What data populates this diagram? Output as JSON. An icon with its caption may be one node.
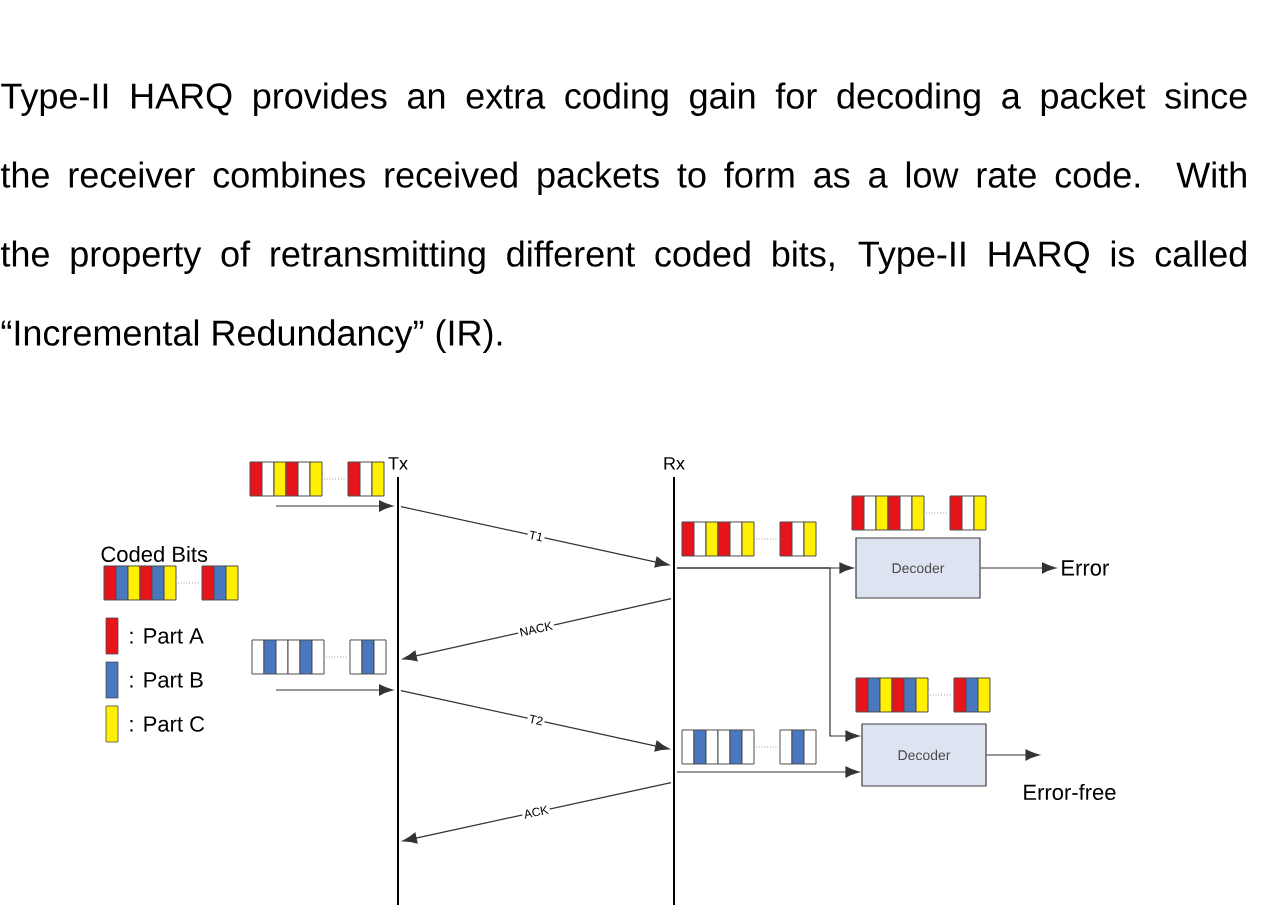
{
  "diagram": {
    "nodes": [
      {
        "text": [
          "Tx"
        ]
      },
      {
        "text": [
          "Rx"
        ]
      },
      {
        "text": [
          "Decoder"
        ]
      },
      {
        "text": [
          "Decoder"
        ]
      },
      {
        "text": [
          "Error"
        ]
      },
      {
        "text": [
          "Error-free"
        ]
      }
    ],
    "edges": [
      {
        "from": null,
        "to": 0,
        "arrow": "to"
      },
      {
        "from": 0,
        "to": 1,
        "arrow": "to",
        "label": "T1"
      },
      {
        "from": 1,
        "to": 0,
        "arrow": "to",
        "label": "NACK"
      },
      {
        "from": null,
        "to": 0,
        "arrow": "to"
      },
      {
        "from": 0,
        "to": 1,
        "arrow": "to",
        "label": "T2"
      },
      {
        "from": 1,
        "to": 0,
        "arrow": "to",
        "label": "ACK"
      },
      {
        "from": 1,
        "to": 2,
        "arrow": "to"
      },
      {
        "from": 1,
        "to": 3,
        "arrow": "to"
      },
      {
        "from": 1,
        "to": 3,
        "arrow": "to"
      },
      {
        "from": 2,
        "to": 4,
        "arrow": "to"
      },
      {
        "from": 3,
        "to": 5,
        "arrow": "to"
      }
    ],
    "labels": [
      "Type-II HARQ provides an extra coding gain for decoding a packet since the receiver combines received packets to form as a low rate code. With the property of retransmitting different coded bits, Type-II HARQ is called “Incremental Redundancy” (IR).",
      "Coded Bits"
    ],
    "legend": [
      {
        "text": ": Part A",
        "color": "#e8141c"
      },
      {
        "text": ": Part B",
        "color": "#4a78c0"
      },
      {
        "text": ": Part C",
        "color": "#ffef00"
      }
    ]
  }
}
